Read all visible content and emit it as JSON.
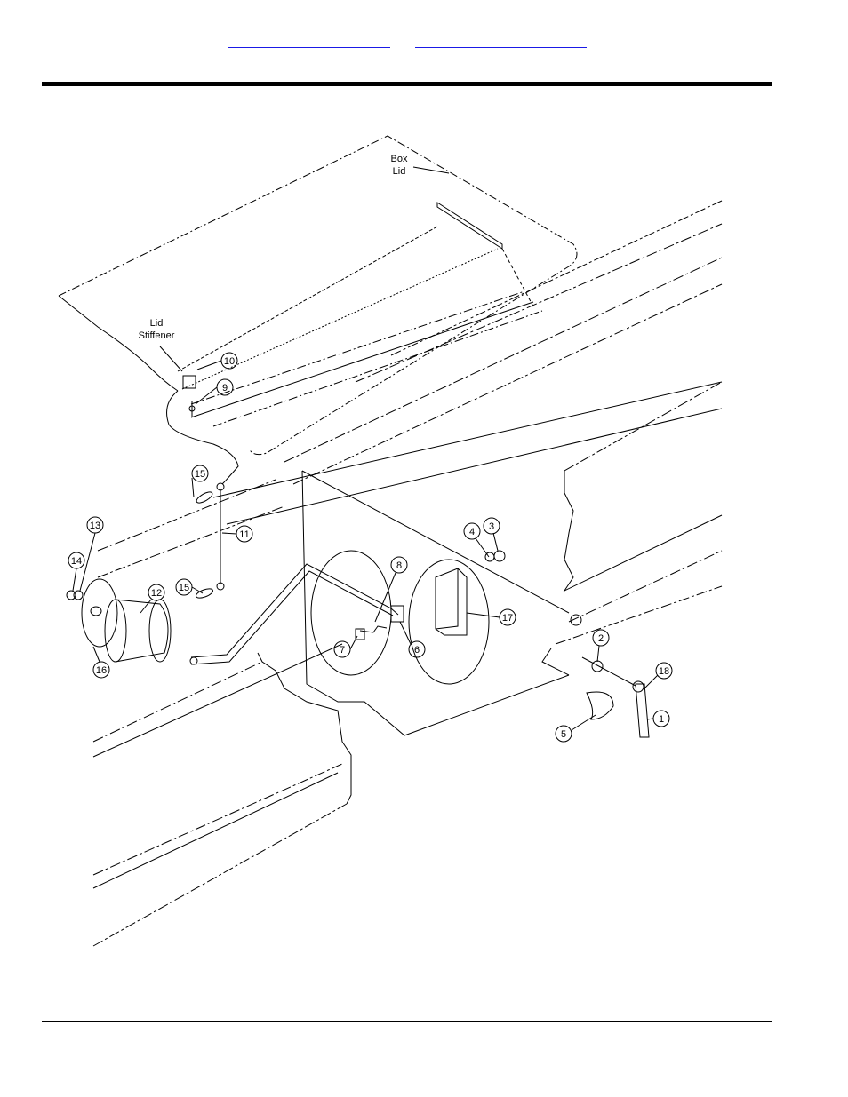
{
  "links": [
    "",
    ""
  ],
  "labels": {
    "box_lid": [
      "Box",
      "Lid"
    ],
    "lid_stiffener": [
      "Lid",
      "Stiffener"
    ]
  },
  "callouts": [
    "10",
    "9",
    "15",
    "15",
    "11",
    "13",
    "14",
    "12",
    "16",
    "8",
    "7",
    "6",
    "4",
    "3",
    "17",
    "2",
    "18",
    "1",
    "5"
  ]
}
